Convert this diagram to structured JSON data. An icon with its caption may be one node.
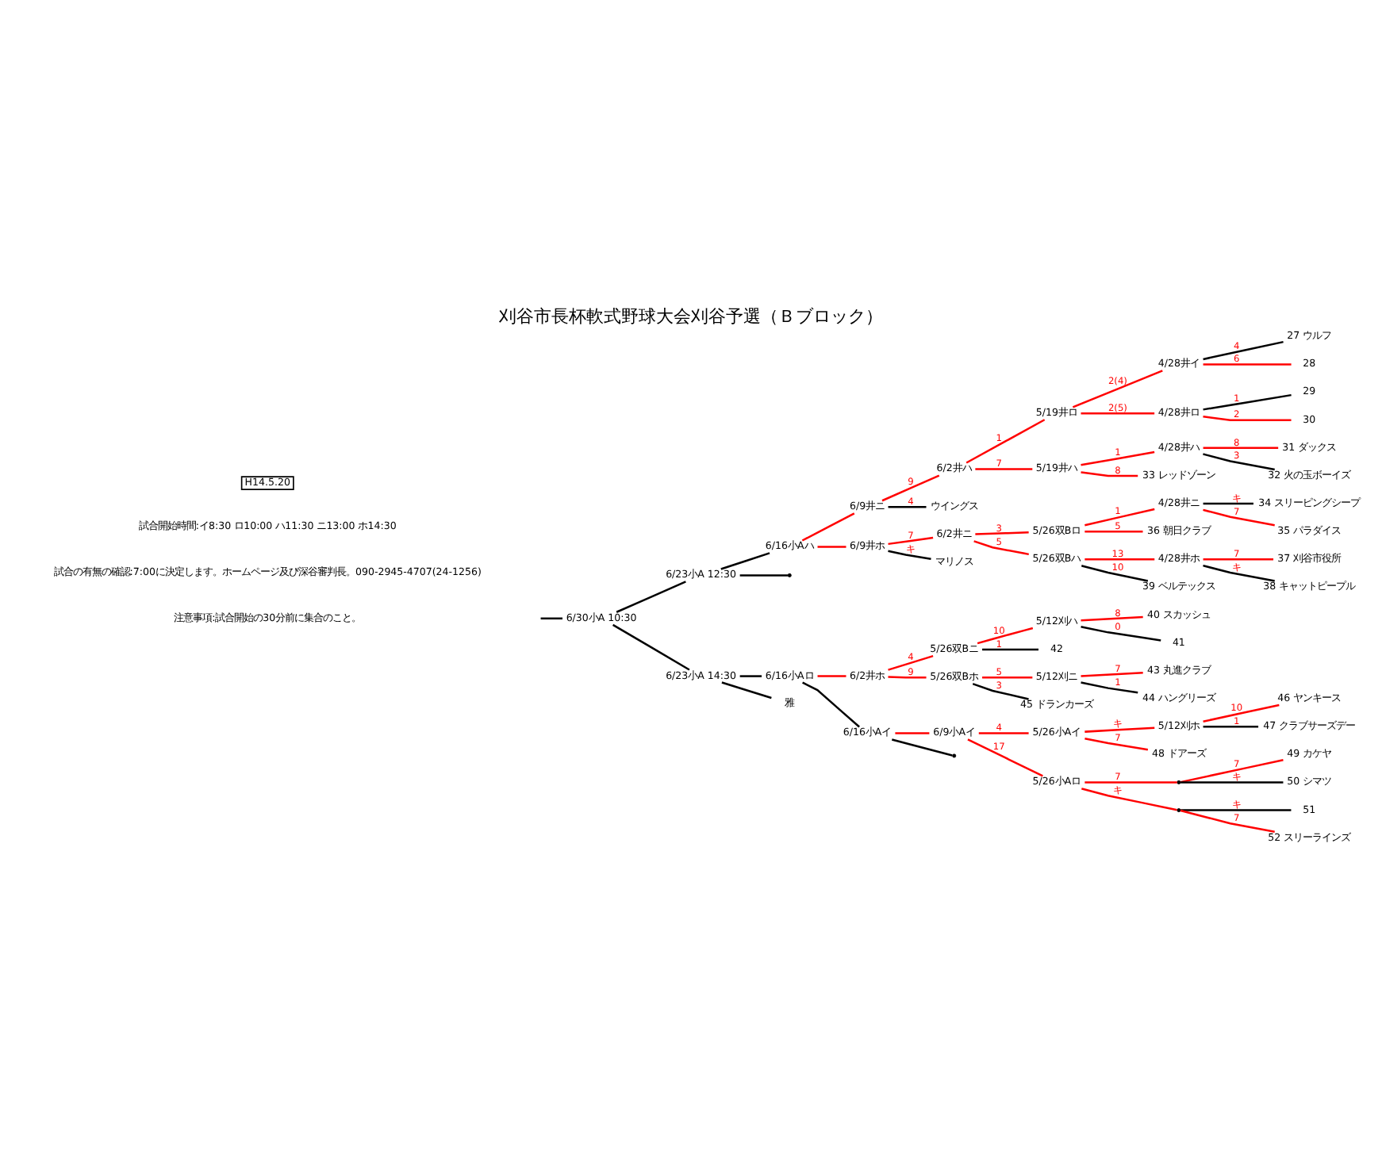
{
  "diagram": {
    "title": "刈谷市長杯軟式野球大会刈谷予選（Ｂブロック）",
    "nodes": [
      {
        "text": [
          "H14.5.20"
        ]
      },
      {
        "text": [
          "6/30小A 10:30"
        ]
      },
      {
        "text": [
          "6/23小A 12:30"
        ]
      },
      {
        "text": [
          "6/16小Aハ"
        ]
      },
      {
        "text": [
          "6/9井ニ"
        ]
      },
      {
        "text": [
          "6/2井ハ"
        ]
      },
      {
        "text": [
          "5/19井ロ"
        ]
      },
      {
        "text": [
          "4/28井イ"
        ]
      },
      {
        "text": [
          "27 ウルフ"
        ]
      },
      {
        "text": [
          "28"
        ]
      },
      {
        "text": [
          "4/28井ロ"
        ]
      },
      {
        "text": [
          "29"
        ]
      },
      {
        "text": [
          "30"
        ]
      },
      {
        "text": [
          "5/19井ハ"
        ]
      },
      {
        "text": [
          "4/28井ハ"
        ]
      },
      {
        "text": [
          "31 ダックス"
        ]
      },
      {
        "text": [
          "32 火の玉ボーイズ"
        ]
      },
      {
        "text": [
          "33 レッドゾーン"
        ]
      },
      {
        "text": [
          "ウイングス"
        ]
      },
      {
        "text": [
          "6/9井ホ"
        ]
      },
      {
        "text": [
          "6/2井ニ"
        ]
      },
      {
        "text": [
          "5/26双Bロ"
        ]
      },
      {
        "text": [
          "4/28井ニ"
        ]
      },
      {
        "text": [
          "34 スリーピングシープ"
        ]
      },
      {
        "text": [
          "35 パラダイス"
        ]
      },
      {
        "text": [
          "36 朝日クラブ"
        ]
      },
      {
        "text": [
          "5/26双Bハ"
        ]
      },
      {
        "text": [
          "4/28井ホ"
        ]
      },
      {
        "text": [
          "37 刈谷市役所"
        ]
      },
      {
        "text": [
          "38 キャットピープル"
        ]
      },
      {
        "text": [
          "39 ベルテックス"
        ]
      },
      {
        "text": [
          "マリノス"
        ]
      },
      {
        "text": [],
        "shape": "point"
      },
      {
        "text": [
          "6/23小A 14:30"
        ]
      },
      {
        "text": [
          "6/16小Aロ"
        ]
      },
      {
        "text": [
          "6/2井ホ"
        ]
      },
      {
        "text": [
          "5/26双Bニ"
        ]
      },
      {
        "text": [
          "5/12刈ハ"
        ]
      },
      {
        "text": [
          "40 スカッシュ"
        ]
      },
      {
        "text": [
          "41"
        ]
      },
      {
        "text": [
          "42"
        ]
      },
      {
        "text": [
          "5/26双Bホ"
        ]
      },
      {
        "text": [
          "5/12刈ニ"
        ]
      },
      {
        "text": [
          "43 丸進クラブ"
        ]
      },
      {
        "text": [
          "44 ハングリーズ"
        ]
      },
      {
        "text": [
          "45 ドランカーズ"
        ]
      },
      {
        "text": [
          "6/16小Aイ"
        ]
      },
      {
        "text": [
          "6/9小Aイ"
        ]
      },
      {
        "text": [
          "5/26小Aイ"
        ]
      },
      {
        "text": [
          "5/12刈ホ"
        ]
      },
      {
        "text": [
          "46 ヤンキース"
        ]
      },
      {
        "text": [
          "47 クラブサーズデー"
        ]
      },
      {
        "text": [
          "48 ドアーズ"
        ]
      },
      {
        "text": [
          "5/26小Aロ"
        ]
      },
      {
        "text": [],
        "shape": "point"
      },
      {
        "text": [
          "49 カケヤ"
        ]
      },
      {
        "text": [
          "50 シマツ"
        ]
      },
      {
        "text": [],
        "shape": "point"
      },
      {
        "text": [
          "51"
        ]
      },
      {
        "text": [
          "52 スリーラインズ"
        ]
      },
      {
        "text": [],
        "shape": "point"
      },
      {
        "text": [
          "雅"
        ]
      }
    ],
    "edges": [
      {
        "from": 1,
        "to": null,
        "arrow": "none",
        "color": "#000000"
      },
      {
        "from": 1,
        "to": 2,
        "arrow": "none",
        "color": "#000000"
      },
      {
        "from": 1,
        "to": 33,
        "arrow": "none",
        "color": "#000000"
      },
      {
        "from": 2,
        "to": 3,
        "arrow": "none",
        "color": "#000000"
      },
      {
        "from": 2,
        "to": 32,
        "arrow": "none",
        "color": "#000000"
      },
      {
        "from": 3,
        "to": 4,
        "arrow": "none"
      },
      {
        "from": 3,
        "to": 19,
        "arrow": "none"
      },
      {
        "from": 4,
        "to": 5,
        "arrow": "none",
        "label": "9"
      },
      {
        "from": 4,
        "to": 18,
        "arrow": "none",
        "label": "4",
        "color": "#000000"
      },
      {
        "from": 5,
        "to": 6,
        "arrow": "none",
        "label": "1"
      },
      {
        "from": 5,
        "to": 13,
        "arrow": "none",
        "label": "7"
      },
      {
        "from": 6,
        "to": 7,
        "arrow": "none",
        "label": "2(4)"
      },
      {
        "from": 6,
        "to": 10,
        "arrow": "none",
        "label": "2(5)"
      },
      {
        "from": 7,
        "to": 8,
        "arrow": "none",
        "label": "4",
        "color": "#000000"
      },
      {
        "from": 7,
        "to": 9,
        "arrow": "none",
        "label": "6"
      },
      {
        "from": 10,
        "to": 11,
        "arrow": "none",
        "label": "1",
        "color": "#000000"
      },
      {
        "from": 10,
        "to": 12,
        "arrow": "none",
        "label": "2"
      },
      {
        "from": 13,
        "to": 14,
        "arrow": "none",
        "label": "1"
      },
      {
        "from": 13,
        "to": 17,
        "arrow": "none",
        "label": "8"
      },
      {
        "from": 14,
        "to": 15,
        "arrow": "none",
        "label": "8"
      },
      {
        "from": 14,
        "to": 16,
        "arrow": "none",
        "label": "3",
        "color": "#000000"
      },
      {
        "from": 19,
        "to": 20,
        "arrow": "none",
        "label": "7"
      },
      {
        "from": 19,
        "to": 31,
        "arrow": "none",
        "label": "キ",
        "color": "#000000"
      },
      {
        "from": 20,
        "to": 21,
        "arrow": "none",
        "label": "3"
      },
      {
        "from": 20,
        "to": 26,
        "arrow": "none",
        "label": "5"
      },
      {
        "from": 21,
        "to": 22,
        "arrow": "none",
        "label": "1"
      },
      {
        "from": 21,
        "to": 25,
        "arrow": "none",
        "label": "5"
      },
      {
        "from": 22,
        "to": 23,
        "arrow": "none",
        "label": "キ",
        "color": "#000000"
      },
      {
        "from": 22,
        "to": 24,
        "arrow": "none",
        "label": "7"
      },
      {
        "from": 26,
        "to": 27,
        "arrow": "none",
        "label": "13"
      },
      {
        "from": 26,
        "to": 30,
        "arrow": "none",
        "label": "10",
        "color": "#000000"
      },
      {
        "from": 27,
        "to": 28,
        "arrow": "none",
        "label": "7"
      },
      {
        "from": 27,
        "to": 29,
        "arrow": "none",
        "label": "キ",
        "color": "#000000"
      },
      {
        "from": 33,
        "to": 34,
        "arrow": "none",
        "color": "#000000"
      },
      {
        "from": 33,
        "to": 61,
        "arrow": "none",
        "color": "#000000"
      },
      {
        "from": 34,
        "to": 35,
        "arrow": "none"
      },
      {
        "from": 34,
        "to": 46,
        "arrow": "none",
        "color": "#000000"
      },
      {
        "from": 35,
        "to": 36,
        "arrow": "none",
        "label": "4"
      },
      {
        "from": 35,
        "to": 41,
        "arrow": "none",
        "label": "9"
      },
      {
        "from": 36,
        "to": 37,
        "arrow": "none",
        "label": "10"
      },
      {
        "from": 36,
        "to": 40,
        "arrow": "none",
        "label": "1",
        "color": "#000000"
      },
      {
        "from": 37,
        "to": 38,
        "arrow": "none",
        "label": "8"
      },
      {
        "from": 37,
        "to": 39,
        "arrow": "none",
        "label": "0",
        "color": "#000000"
      },
      {
        "from": 41,
        "to": 42,
        "arrow": "none",
        "label": "5"
      },
      {
        "from": 41,
        "to": 45,
        "arrow": "none",
        "label": "3",
        "color": "#000000"
      },
      {
        "from": 42,
        "to": 43,
        "arrow": "none",
        "label": "7"
      },
      {
        "from": 42,
        "to": 44,
        "arrow": "none",
        "label": "1",
        "color": "#000000"
      },
      {
        "from": 46,
        "to": 47,
        "arrow": "none"
      },
      {
        "from": 46,
        "to": 60,
        "arrow": "none",
        "color": "#000000"
      },
      {
        "from": 47,
        "to": 48,
        "arrow": "none",
        "label": "4"
      },
      {
        "from": 47,
        "to": 53,
        "arrow": "none",
        "label": "17"
      },
      {
        "from": 48,
        "to": 49,
        "arrow": "none",
        "label": "キ"
      },
      {
        "from": 48,
        "to": 52,
        "arrow": "none",
        "label": "7"
      },
      {
        "from": 49,
        "to": 50,
        "arrow": "none",
        "label": "10"
      },
      {
        "from": 49,
        "to": 51,
        "arrow": "none",
        "label": "1",
        "color": "#000000"
      },
      {
        "from": 53,
        "to": 54,
        "arrow": "none",
        "label": "7"
      },
      {
        "from": 53,
        "to": 57,
        "arrow": "none",
        "label": "キ"
      },
      {
        "from": 54,
        "to": 55,
        "arrow": "none",
        "label": "7"
      },
      {
        "from": 54,
        "to": 56,
        "arrow": "none",
        "label": "キ",
        "color": "#000000"
      },
      {
        "from": 57,
        "to": 58,
        "arrow": "none",
        "label": "キ",
        "color": "#000000"
      },
      {
        "from": 57,
        "to": 59,
        "arrow": "none",
        "label": "7"
      }
    ],
    "labels": [
      "試合開始時間:イ8:30 ロ10:00 ハ11:30 ニ13:00 ホ14:30",
      "試合の有無の確認:7:00に決定します。ホームページ及び深谷審判長。090-2945-4707(24-1256)",
      "注意事項:試合開始の30分前に集合のこと。"
    ]
  }
}
